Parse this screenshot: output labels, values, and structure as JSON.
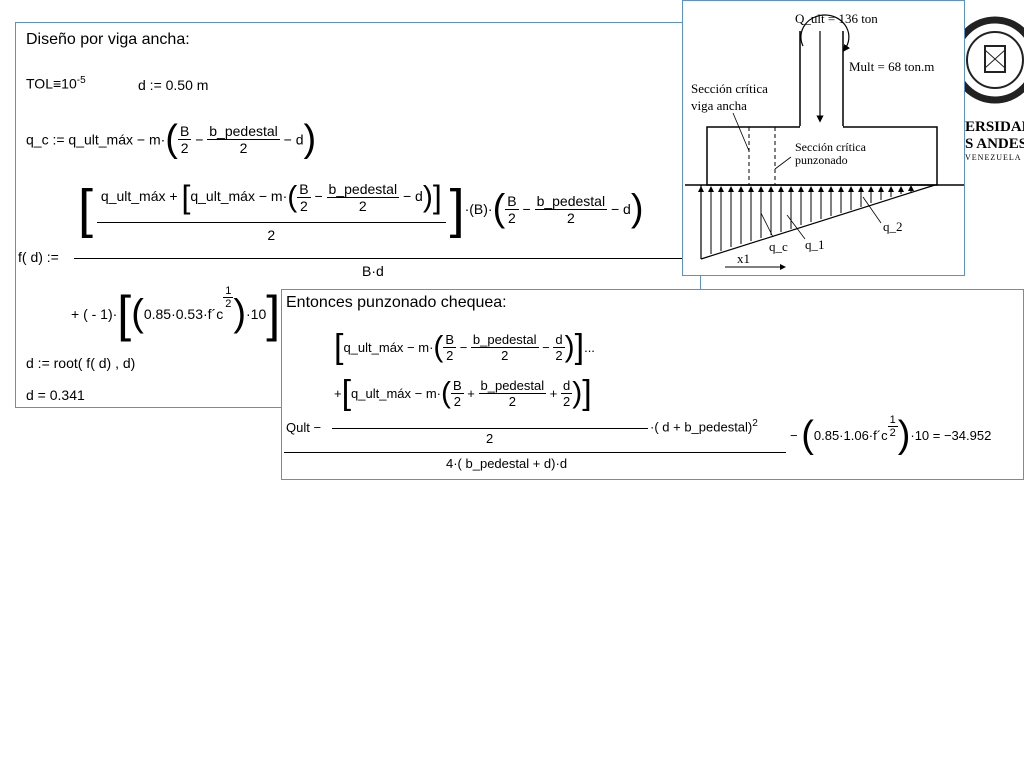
{
  "left_region": {
    "title": "Diseño por viga ancha:",
    "tol_lhs": "TOL",
    "tol_eq": "≡",
    "tol_base": "10",
    "tol_exp": "-5",
    "d_def": "d := 0.50 m",
    "qc_lhs": "q_c := q_ult_máx − m·",
    "qc_B": "B",
    "qc_2a": "2",
    "qc_minus": "−",
    "qc_bped": "b_pedestal",
    "qc_2b": "2",
    "qc_tail": "− d",
    "fd_lhs": "f( d) :=",
    "fd_n1": "q_ult_máx +",
    "fd_n2": "q_ult_máx − m·",
    "fd_B": "B",
    "fd_2a": "2",
    "fd_minus": "−",
    "fd_bped": "b_pedestal",
    "fd_2b": "2",
    "fd_md": "− d",
    "fd_den2": "2",
    "fd_mid": "·(B)·",
    "fd_B2": "B",
    "fd_2c": "2",
    "fd_minus2": "−",
    "fd_bped2": "b_pedestal",
    "fd_2d": "2",
    "fd_md2": "− d",
    "fd_den": "B·d",
    "row2_pre": "+ ( - 1)·",
    "row2_body": "0.85·0.53·f´c",
    "row2_exp_n": "1",
    "row2_exp_d": "2",
    "row2_tail": "·10",
    "root_line": "d := root( f( d) , d)",
    "result_line": "d = 0.341"
  },
  "right_region": {
    "title": "Entonces punzonado chequea:",
    "t1_pre": "q_ult_máx − m·",
    "t1_B": "B",
    "t1_2a": "2",
    "t1_minus": "−",
    "t1_bped": "b_pedestal",
    "t1_2b": "2",
    "t1_minus2": "−",
    "t1_d": "d",
    "t1_2c": "2",
    "t1_ellipsis": "...",
    "t2_plus": "+",
    "t2_pre": "q_ult_máx − m·",
    "t2_B": "B",
    "t2_2a": "2",
    "t2_plus2": "+",
    "t2_bped": "b_pedestal",
    "t2_2b": "2",
    "t2_plus3": "+",
    "t2_d": "d",
    "t2_2c": "2",
    "qult": "Qult −",
    "inner_den": "2",
    "mult_tail": "·( d + b_pedestal)",
    "mult_exp": "2",
    "big_den": "4·( b_pedestal + d)·d",
    "minus": "−",
    "pz_body": "0.85·1.06·f´c",
    "pz_exp_n": "1",
    "pz_exp_d": "2",
    "pz_tail": "·10 = −34.952"
  },
  "diagram": {
    "q_ult": "Q_ult = 136 ton",
    "mult": "Mult = 68 ton.m",
    "sec_viga_1": "Sección crítica",
    "sec_viga_2": "viga ancha",
    "sec_punz_1": "Sección crítica",
    "sec_punz_2": "punzonado",
    "q2": "q_2",
    "qc": "q_c",
    "q1": "q_1",
    "x1": "x1"
  },
  "logo": {
    "line1": "ERSIDAD",
    "line2": "S ANDES",
    "line3": "VENEZUELA"
  }
}
